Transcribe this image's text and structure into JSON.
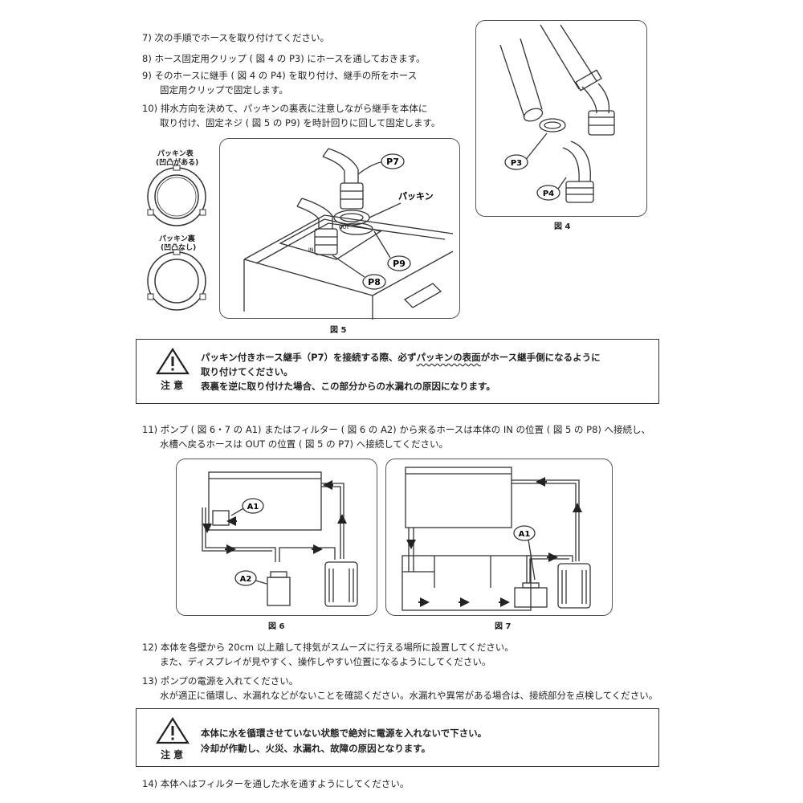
{
  "steps": {
    "s7": "7) 次の手順でホースを取り付けてください。",
    "s8": "8) ホース固定用クリップ ( 図 4 の P3) にホースを通しておきます。",
    "s9a": "9) そのホースに継手 ( 図 4 の P4) を取り付け、継手の所をホース",
    "s9b": "固定用クリップで固定します。",
    "s10a": "10) 排水方向を決めて、パッキンの裏表に注意しながら継手を本体に",
    "s10b": "取り付け、固定ネジ ( 図 5 の P9) を時計回りに回して固定します。",
    "s11a": "11) ポンプ ( 図 6・7 の A1) またはフィルター ( 図 6 の A2) から来るホースは本体の IN の位置 ( 図 5 の P8) へ接続し、",
    "s11b": "水槽へ戻るホースは OUT の位置 ( 図 5 の P7) へ接続してください。",
    "s12a": "12) 本体を各壁から 20cm 以上離して排気がスムーズに行える場所に設置してください。",
    "s12b": "また、ディスプレイが見やすく、操作しやすい位置になるようにしてください。",
    "s13a": "13) ポンプの電源を入れてください。",
    "s13b": "水が適正に循環し、水漏れなどがないことを確認ください。水漏れや異常がある場合は、接続部分を点検してください。",
    "s14": "14) 本体へはフィルターを通した水を通すようにしてください。"
  },
  "packing": {
    "front_label_1": "パッキン表",
    "front_label_2": "(凹凸がある)",
    "back_label_1": "パッキン裏",
    "back_label_2": "(凹凸なし)"
  },
  "fig5": {
    "caption": "図 5",
    "p7": "P7",
    "p8": "P8",
    "p9": "P9",
    "packing_label": "パッキン"
  },
  "fig4": {
    "caption": "図 4",
    "p3": "P3",
    "p4": "P4"
  },
  "warning1": {
    "label": "注 意",
    "line1_a": "パッキン付きホース継手（P7）を接続する際、必ず",
    "line1_b": "パッキンの表面",
    "line1_c": "がホース継手側になるように",
    "line2": "取り付けてください。",
    "line3": "表裏を逆に取り付けた場合、この部分からの水漏れの原因になります。"
  },
  "fig6": {
    "caption": "図 6",
    "a1": "A1",
    "a2": "A2"
  },
  "fig7": {
    "caption": "図 7",
    "a1": "A1"
  },
  "warning2": {
    "label": "注 意",
    "line1": "本体に水を循環させていない状態で絶対に電源を入れないで下さい。",
    "line2": "冷却が作動し、火災、水漏れ、故障の原因となります。"
  }
}
